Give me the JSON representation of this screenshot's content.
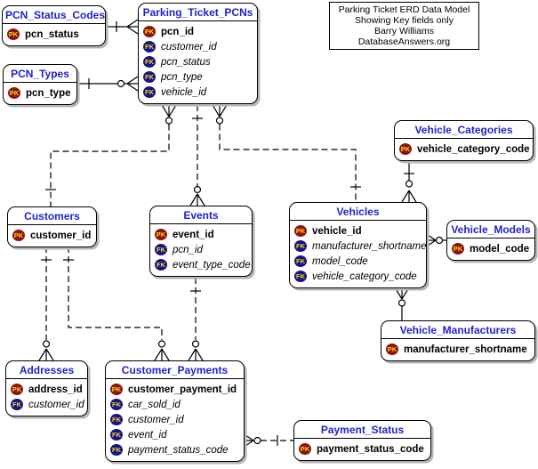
{
  "title_block": {
    "lines": [
      "Parking Ticket ERD Data Model",
      "Showing Key fields only",
      "Barry Williams",
      "DatabaseAnswers.org"
    ]
  },
  "colors": {
    "entity_title": "#2222CC",
    "pk_badge": "#8B1313",
    "fk_badge": "#14148B",
    "badge_text": "#FFD700",
    "line": "#000000",
    "shadow": "#B5B5B5"
  },
  "entities": [
    {
      "id": "pcn_status_codes",
      "title": "PCN_Status_Codes",
      "fields": [
        {
          "key": "PK",
          "name": "pcn_status"
        }
      ]
    },
    {
      "id": "parking_ticket_pcns",
      "title": "Parking_Ticket_PCNs",
      "fields": [
        {
          "key": "PK",
          "name": "pcn_id"
        },
        {
          "key": "FK",
          "name": "customer_id"
        },
        {
          "key": "FK",
          "name": "pcn_status"
        },
        {
          "key": "FK",
          "name": "pcn_type"
        },
        {
          "key": "FK",
          "name": "vehicle_id"
        }
      ]
    },
    {
      "id": "pcn_types",
      "title": "PCN_Types",
      "fields": [
        {
          "key": "PK",
          "name": "pcn_type"
        }
      ]
    },
    {
      "id": "vehicle_categories",
      "title": "Vehicle_Categories",
      "fields": [
        {
          "key": "PK",
          "name": "vehicle_category_code"
        }
      ]
    },
    {
      "id": "customers",
      "title": "Customers",
      "fields": [
        {
          "key": "PK",
          "name": "customer_id"
        }
      ]
    },
    {
      "id": "events",
      "title": "Events",
      "fields": [
        {
          "key": "PK",
          "name": "event_id"
        },
        {
          "key": "FK",
          "name": "pcn_id"
        },
        {
          "key": "FK",
          "name": "event_type_code"
        }
      ]
    },
    {
      "id": "vehicles",
      "title": "Vehicles",
      "fields": [
        {
          "key": "PK",
          "name": "vehicle_id"
        },
        {
          "key": "FK",
          "name": "manufacturer_shortname"
        },
        {
          "key": "FK",
          "name": "model_code"
        },
        {
          "key": "FK",
          "name": "vehicle_category_code"
        }
      ]
    },
    {
      "id": "vehicle_models",
      "title": "Vehicle_Models",
      "fields": [
        {
          "key": "PK",
          "name": "model_code"
        }
      ]
    },
    {
      "id": "vehicle_manufacturers",
      "title": "Vehicle_Manufacturers",
      "fields": [
        {
          "key": "PK",
          "name": "manufacturer_shortname"
        }
      ]
    },
    {
      "id": "addresses",
      "title": "Addresses",
      "fields": [
        {
          "key": "PK",
          "name": "address_id"
        },
        {
          "key": "FK",
          "name": "customer_id"
        }
      ]
    },
    {
      "id": "customer_payments",
      "title": "Customer_Payments",
      "fields": [
        {
          "key": "PK",
          "name": "customer_payment_id"
        },
        {
          "key": "FK",
          "name": "car_sold_id"
        },
        {
          "key": "FK",
          "name": "customer_id"
        },
        {
          "key": "FK",
          "name": "event_id"
        },
        {
          "key": "FK",
          "name": "payment_status_code"
        }
      ]
    },
    {
      "id": "payment_status",
      "title": "Payment_Status",
      "fields": [
        {
          "key": "PK",
          "name": "payment_status_code"
        }
      ]
    }
  ],
  "relationships": [
    {
      "from": "PCN_Status_Codes",
      "to": "Parking_Ticket_PCNs",
      "from_card": "one",
      "to_card": "many",
      "line": "solid"
    },
    {
      "from": "PCN_Types",
      "to": "Parking_Ticket_PCNs",
      "from_card": "one",
      "to_card": "zero-or-many",
      "line": "solid"
    },
    {
      "from": "Customers",
      "to": "Parking_Ticket_PCNs",
      "from_card": "one",
      "to_card": "zero-or-many",
      "line": "dashed"
    },
    {
      "from": "Parking_Ticket_PCNs",
      "to": "Events",
      "from_card": "one",
      "to_card": "zero-or-many",
      "line": "dashed"
    },
    {
      "from": "Vehicles",
      "to": "Parking_Ticket_PCNs",
      "from_card": "one",
      "to_card": "zero-or-many",
      "line": "dashed"
    },
    {
      "from": "Vehicle_Categories",
      "to": "Vehicles",
      "from_card": "one",
      "to_card": "zero-or-many",
      "line": "solid"
    },
    {
      "from": "Vehicle_Models",
      "to": "Vehicles",
      "from_card": "one",
      "to_card": "zero-or-many",
      "line": "solid"
    },
    {
      "from": "Vehicle_Manufacturers",
      "to": "Vehicles",
      "from_card": "one",
      "to_card": "zero-or-many",
      "line": "solid"
    },
    {
      "from": "Customers",
      "to": "Addresses",
      "from_card": "one",
      "to_card": "zero-or-many",
      "line": "dashed"
    },
    {
      "from": "Customers",
      "to": "Customer_Payments",
      "from_card": "one",
      "to_card": "zero-or-many",
      "line": "dashed"
    },
    {
      "from": "Events",
      "to": "Customer_Payments",
      "from_card": "one",
      "to_card": "zero-or-many",
      "line": "dashed"
    },
    {
      "from": "Payment_Status",
      "to": "Customer_Payments",
      "from_card": "one",
      "to_card": "zero-or-many",
      "line": "dashed"
    }
  ]
}
